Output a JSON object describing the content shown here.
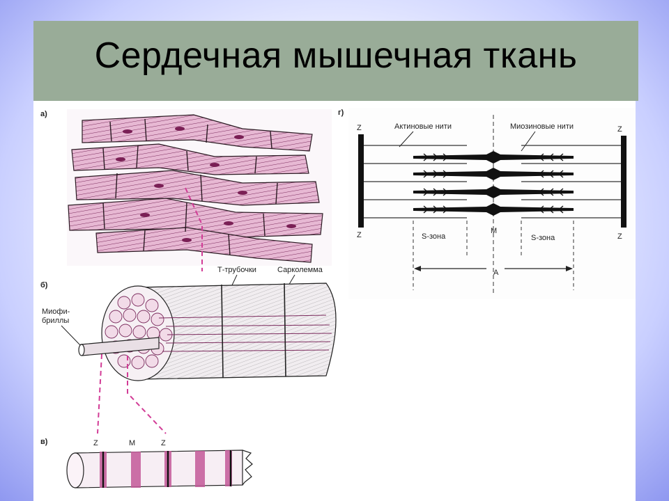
{
  "title": "Сердечная мышечная ткань",
  "panels": {
    "a": {
      "letter": "а)"
    },
    "b": {
      "letter": "б)",
      "t_tubules": "Т-трубочки",
      "sarcolemma": "Сарколемма",
      "myofibrils_line1": "Миофи-",
      "myofibrils_line2": "бриллы"
    },
    "v": {
      "letter": "в)",
      "z1": "Z",
      "m": "M",
      "z2": "Z"
    },
    "g": {
      "letter": "г)",
      "actin": "Актиновые нити",
      "myosin": "Миозиновые нити",
      "z_tl": "Z",
      "z_tr": "Z",
      "z_bl": "Z",
      "z_br": "Z",
      "m": "M",
      "s_zone_left": "S-зона",
      "s_zone_right": "S-зона",
      "a_band": "A"
    }
  },
  "colors": {
    "title_bg": "#99ac98",
    "accent_magenta": "#d23c96",
    "ink": "#1a1a1a"
  }
}
